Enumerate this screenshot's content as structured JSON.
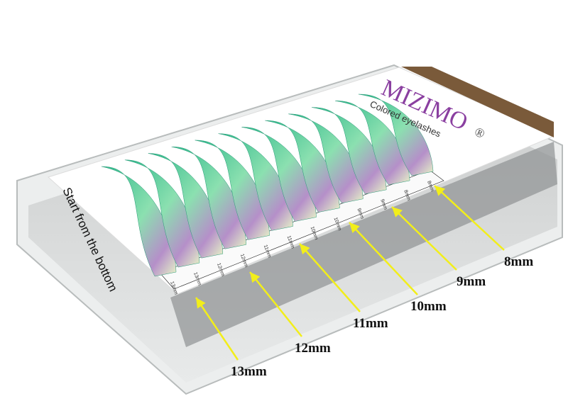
{
  "brand": {
    "name": "MIZIMO",
    "registered": "®",
    "subtitle": "Colored eyelashes"
  },
  "card": {
    "instruction": "Start from the bottom"
  },
  "row_labels": [
    "13mm",
    "13mm",
    "12mm",
    "12mm",
    "11mm",
    "11mm",
    "10mm",
    "10mm",
    "9mm",
    "9mm",
    "8mm",
    "8mm"
  ],
  "callouts": [
    "8mm",
    "9mm",
    "10mm",
    "11mm",
    "12mm",
    "13mm"
  ],
  "colors": {
    "arrow": "#f2ee1a",
    "lash_green": "#3fc79a",
    "lash_purple": "#9a78b8",
    "stripe": "#7a5a3a"
  }
}
